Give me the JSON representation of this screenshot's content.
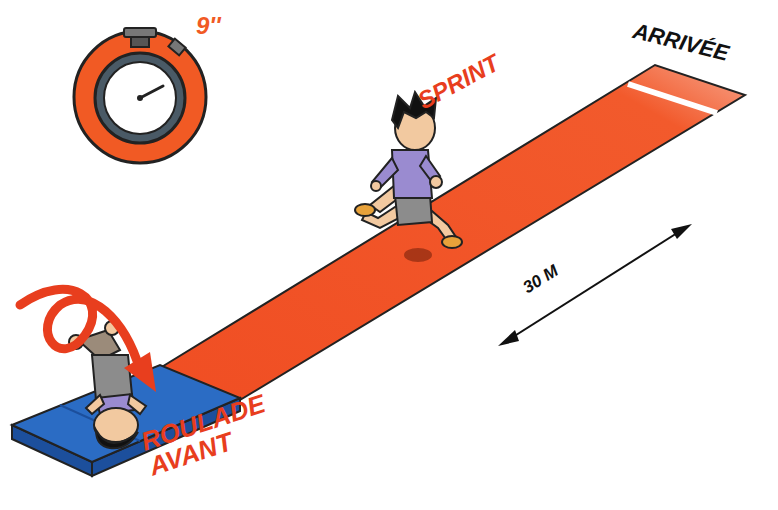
{
  "diagram": {
    "labels": [
      "9''",
      "SPRINT",
      "ARRIVÉE",
      "30 M",
      "ROULADE AVANT"
    ]
  }
}
